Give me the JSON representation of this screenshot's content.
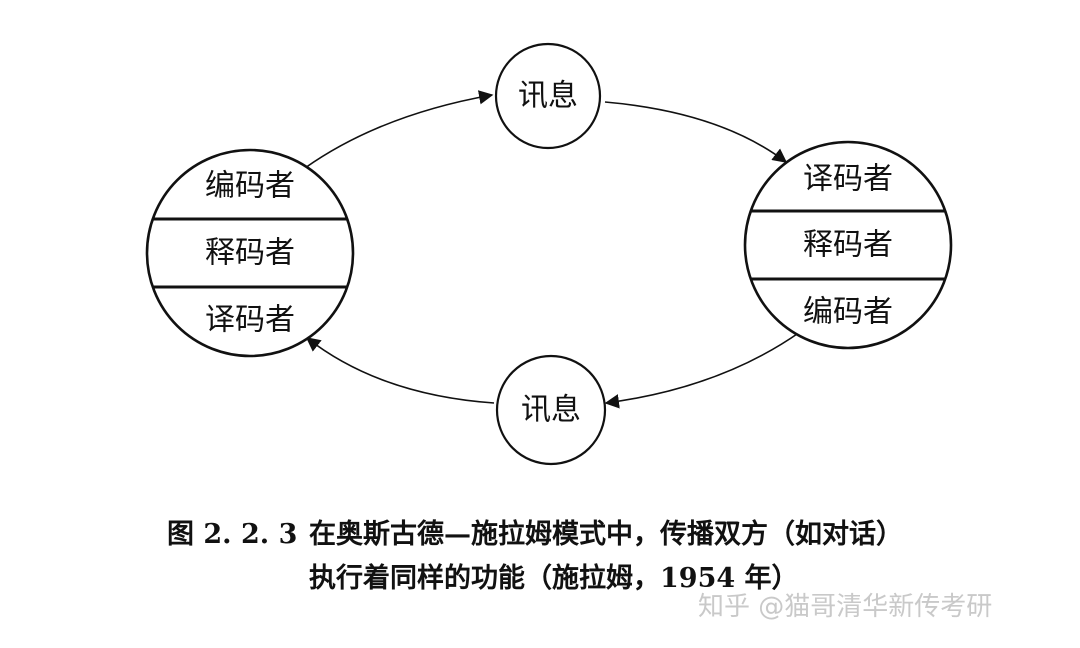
{
  "diagram": {
    "left_circle": {
      "sections": [
        "编码者",
        "释码者",
        "译码者"
      ]
    },
    "right_circle": {
      "sections": [
        "译码者",
        "释码者",
        "编码者"
      ]
    },
    "message_top": "讯息",
    "message_bottom": "讯息"
  },
  "caption": {
    "figure_number": "图 2. 2. 3",
    "line1": "在奥斯古德—施拉姆模式中，传播双方（如对话）",
    "line2": "执行着同样的功能（施拉姆，1954 年）"
  },
  "watermark": "知乎 @猫哥清华新传考研"
}
